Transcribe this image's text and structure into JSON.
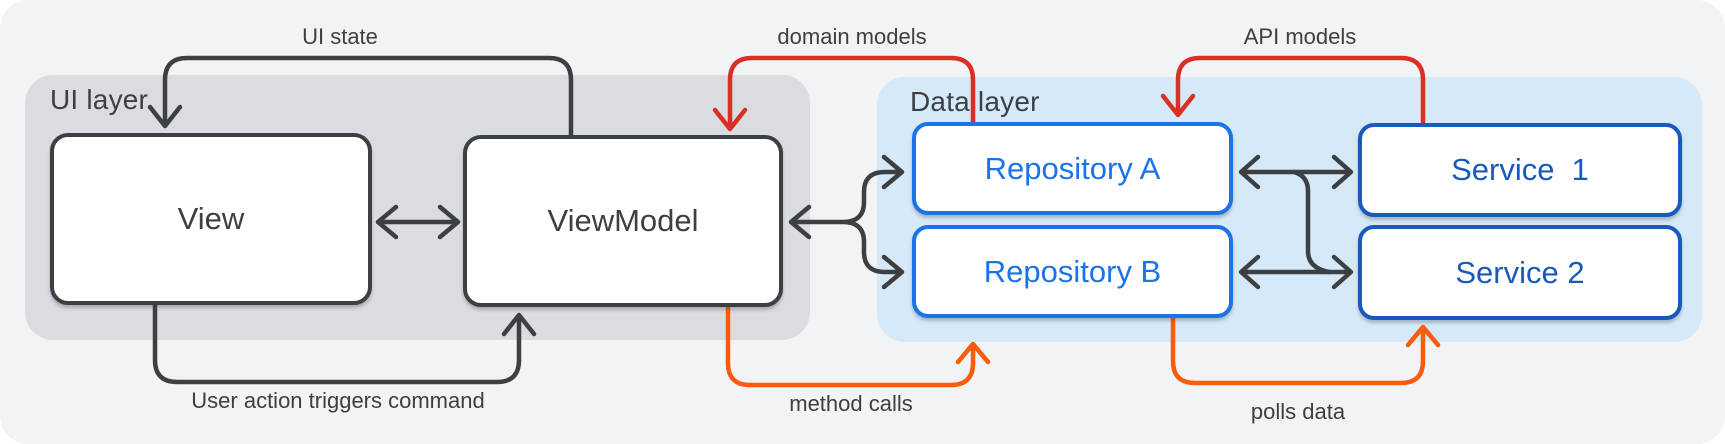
{
  "canvas": {
    "background": "#f1f3f4",
    "outside_background": "#ffffff"
  },
  "layers": {
    "ui": {
      "label": "UI layer",
      "background": "#dadce0",
      "label_color": "#3c4043"
    },
    "data": {
      "label": "Data layer",
      "background": "#d6e9f8",
      "label_color": "#3c4043"
    }
  },
  "nodes": {
    "view": {
      "label": "View",
      "border_color": "#3c4043",
      "text_color": "#3c4043",
      "layer": "ui"
    },
    "viewmodel": {
      "label": "ViewModel",
      "border_color": "#3c4043",
      "text_color": "#3c4043",
      "layer": "ui"
    },
    "repo_a": {
      "label": "Repository A",
      "border_color": "#1a73e8",
      "text_color": "#1a73e8",
      "layer": "data"
    },
    "repo_b": {
      "label": "Repository B",
      "border_color": "#1a73e8",
      "text_color": "#1a73e8",
      "layer": "data"
    },
    "service_1": {
      "label": "Service  1",
      "border_color": "#185abc",
      "text_color": "#185abc",
      "layer": "data"
    },
    "service_2": {
      "label": "Service 2",
      "border_color": "#185abc",
      "text_color": "#185abc",
      "layer": "data"
    }
  },
  "edges": {
    "ui_state": {
      "label": "UI state",
      "color": "#3c4043",
      "from": "viewmodel",
      "to": "view",
      "style": "top-loop"
    },
    "view_viewmodel": {
      "label": "",
      "color": "#3c4043",
      "from": "view",
      "to": "viewmodel",
      "style": "double-arrow"
    },
    "user_action": {
      "label": "User action triggers command",
      "color": "#3c4043",
      "from": "view",
      "to": "viewmodel",
      "style": "bottom-loop"
    },
    "viewmodel_fork": {
      "label": "",
      "color": "#3c4043",
      "from": "viewmodel",
      "to": "repo_a + repo_b",
      "style": "fork"
    },
    "domain_models": {
      "label": "domain models",
      "color": "#d93025",
      "from": "repo_a",
      "to": "viewmodel",
      "style": "top-loop"
    },
    "repo_a_service_1": {
      "label": "",
      "color": "#3c4043",
      "from": "repo_a",
      "to": "service_1",
      "style": "double-arrow"
    },
    "repo_b_service_2": {
      "label": "",
      "color": "#3c4043",
      "from": "repo_b",
      "to": "service_2",
      "style": "double-arrow"
    },
    "api_models": {
      "label": "API models",
      "color": "#d93025",
      "from": "service_1",
      "to": "repo_a",
      "style": "top-loop"
    },
    "method_calls": {
      "label": "method calls",
      "color": "#f95c0c",
      "from": "viewmodel",
      "to": "repo_b",
      "style": "bottom-loop"
    },
    "polls_data": {
      "label": "polls data",
      "color": "#f95c0c",
      "from": "repo_b",
      "to": "service_2",
      "style": "bottom-loop"
    }
  }
}
